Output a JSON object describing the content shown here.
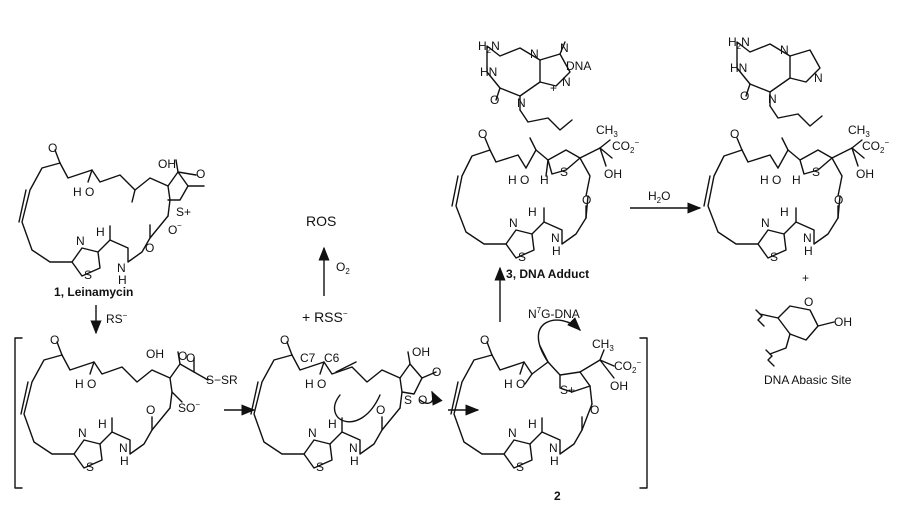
{
  "compounds": {
    "leinamycin": {
      "number": "1",
      "name": "Leinamycin"
    },
    "dna_adduct": {
      "number": "3",
      "name": "DNA Adduct"
    },
    "episulfonium": {
      "number": "2"
    },
    "abasic_site": {
      "name": "DNA Abasic Site"
    }
  },
  "reagents": {
    "thiol": "RS",
    "thiol_charge": "−",
    "persulfide": "+ RSS",
    "persulfide_charge": "−",
    "ros": "ROS",
    "oxygen": "O",
    "oxygen_sub": "2",
    "water": "H",
    "water_sub": "2",
    "water_o": "O",
    "nucleophile_sup": "7",
    "nucleophile": "N",
    "nucleophile_rest": "G-DNA",
    "plus": "+"
  },
  "atoms": {
    "oh": "OH",
    "h_o": "H O",
    "o": "O",
    "h": "H",
    "n": "N",
    "s": "S",
    "s_plus": "S+",
    "o_minus": "O",
    "minus": "−",
    "so_minus": "SO",
    "s_sr": "S",
    "sr": "SR",
    "c7": "C7",
    "c6": "C6",
    "ch3": "CH",
    "ch3_sub": "3",
    "co2": "CO",
    "co2_sub": "2",
    "nh2": "H",
    "nh2_rest": "N",
    "nh2_sub": "2",
    "hn": "HN",
    "dna": "DNA",
    "plus_charge": "+",
    "h_label": "H"
  }
}
